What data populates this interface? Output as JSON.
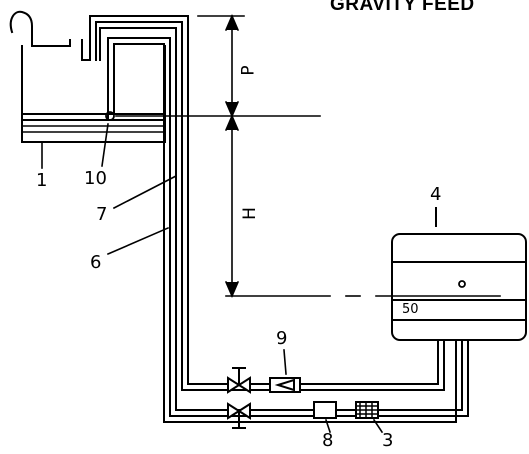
{
  "diagram": {
    "title": "GRAVITY FEED",
    "dimension_labels": {
      "p": "P",
      "h": "H"
    },
    "part_numbers": {
      "p1": "1",
      "p3": "3",
      "p4": "4",
      "p6": "6",
      "p7": "7",
      "p8": "8",
      "p9": "9",
      "p10": "10"
    },
    "gauge_text": "50"
  }
}
